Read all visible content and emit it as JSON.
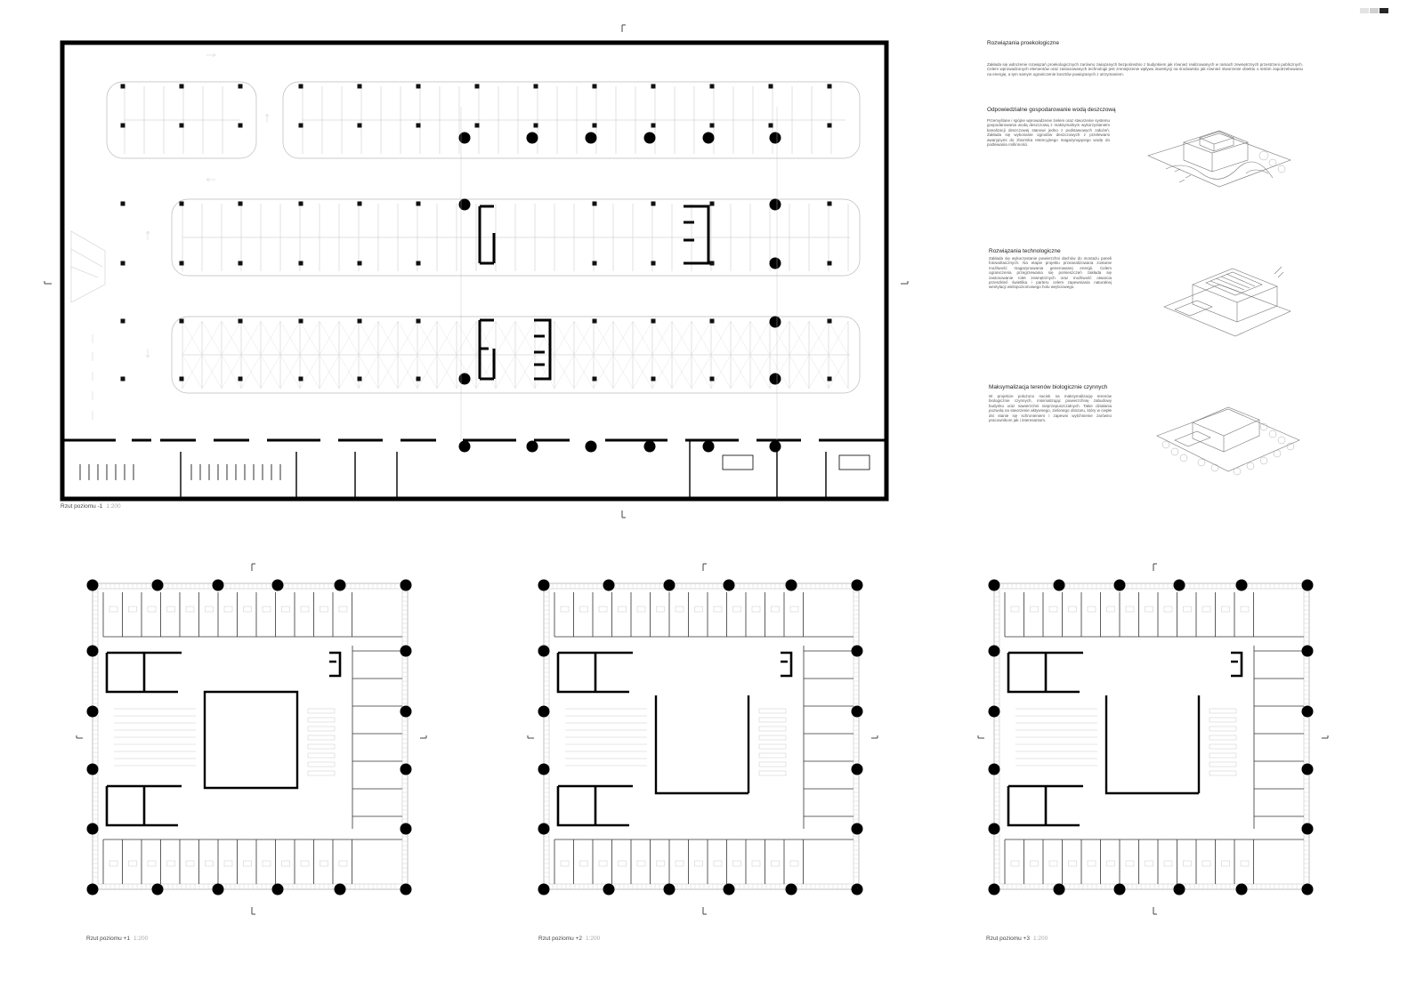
{
  "sheet": {
    "tiles": [
      {
        "name": "page-tile-1",
        "color": "#e3e3e3"
      },
      {
        "name": "page-tile-2",
        "color": "#d0d0d0"
      },
      {
        "name": "page-tile-3",
        "color": "#262626"
      }
    ]
  },
  "plans": {
    "basement": {
      "caption": "Rzut poziomu -1",
      "scale": "1:200"
    },
    "level1": {
      "caption": "Rzut poziomu +1",
      "scale": "1:200"
    },
    "level2": {
      "caption": "Rzut poziomu +2",
      "scale": "1:200"
    },
    "level3": {
      "caption": "Rzut poziomu +3",
      "scale": "1:200"
    }
  },
  "text": {
    "main_heading": "Rozwiązania proekologiczne",
    "main_paragraph": "Zakłada się wdrożenie rozwiązań proekologicznych zarówno związanych bezpośrednio z budynkiem jak również realizowanych w ramach zewnętrznych przestrzeni publicznych. Celem wprowadzonych elementów oraz zastosowanych technologii jest zmniejszenie wpływu inwestycji na środowisko jak również stworzenie obiektu o niskim zapotrzebowaniu na energię, a tym samym ograniczenie kosztów powiązanych z utrzymaniem.",
    "sections": [
      {
        "heading": "Odpowiedzialne gospodarowanie wodą deszczową",
        "paragraph": "Przemyślane i spójne wprowadzenie zieleni oraz stworzenie systemu gospodarowania wodą deszczową z maksymalnym wykorzystaniem kanalizacji deszczowej stanowi jedno z podstawowych założeń. Zakłada się wykonanie ogrodów deszczowych z przelewami awaryjnymi do zbiornika retencyjnego magazynującego wodę do podlewania roślinności."
      },
      {
        "heading": "Rozwiązania technologiczne",
        "paragraph": "Zakłada się wykorzystanie powierzchni dachów do montażu paneli fotowoltaicznych. Na etapie projektu przeanalizowana zostanie możliwość magazynowania generowanej energii. Celem ograniczenia przegrzewania się pomieszczeń zakłada się zastosowanie rolet zewnętrznych oraz możliwość otwarcia przeszkleń świetlika i parteru celem zapewniania naturalnej wentylacji wielopoziomowego holu wejściowego."
      },
      {
        "heading": "Maksymalizacja terenów biologicznie czynnych",
        "paragraph": "W projekcie położono nacisk na maksymalizację terenów biologicznie czynnych, minimalizując powierzchnię zabudowy budynku oraz nawierzchni nieprzepuszczalnych. Takie działania pozwolą na stworzenie aktywnego, zielonego obszaru, który w ciepłe dni stanie się schronieniem i zapewni wytchnienie zarówno pracownikom jak i interesantom."
      }
    ]
  }
}
